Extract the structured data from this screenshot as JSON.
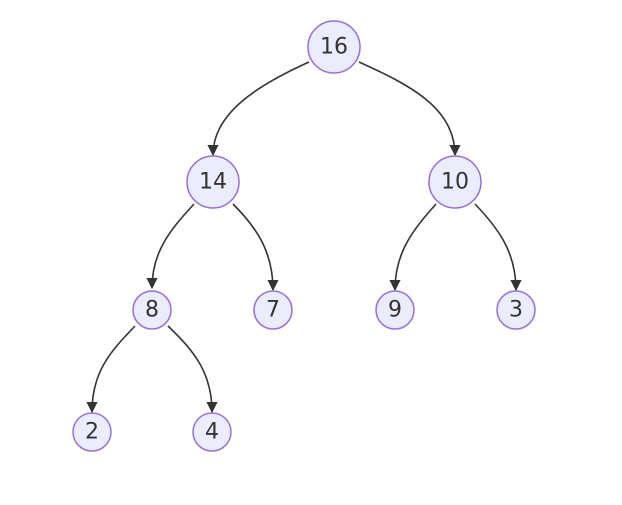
{
  "diagram": {
    "type": "binary-tree",
    "nodes": [
      {
        "id": "n16",
        "label": "16"
      },
      {
        "id": "n14",
        "label": "14"
      },
      {
        "id": "n10",
        "label": "10"
      },
      {
        "id": "n8",
        "label": "8"
      },
      {
        "id": "n7",
        "label": "7"
      },
      {
        "id": "n9",
        "label": "9"
      },
      {
        "id": "n3",
        "label": "3"
      },
      {
        "id": "n2",
        "label": "2"
      },
      {
        "id": "n4",
        "label": "4"
      }
    ],
    "edges": [
      {
        "from": "n16",
        "to": "n14"
      },
      {
        "from": "n16",
        "to": "n10"
      },
      {
        "from": "n14",
        "to": "n8"
      },
      {
        "from": "n14",
        "to": "n7"
      },
      {
        "from": "n10",
        "to": "n9"
      },
      {
        "from": "n10",
        "to": "n3"
      },
      {
        "from": "n8",
        "to": "n2"
      },
      {
        "from": "n8",
        "to": "n4"
      }
    ],
    "colors": {
      "node_fill": "#ECECFF",
      "node_stroke": "#9370DB",
      "edge": "#333333",
      "text": "#333333"
    }
  }
}
